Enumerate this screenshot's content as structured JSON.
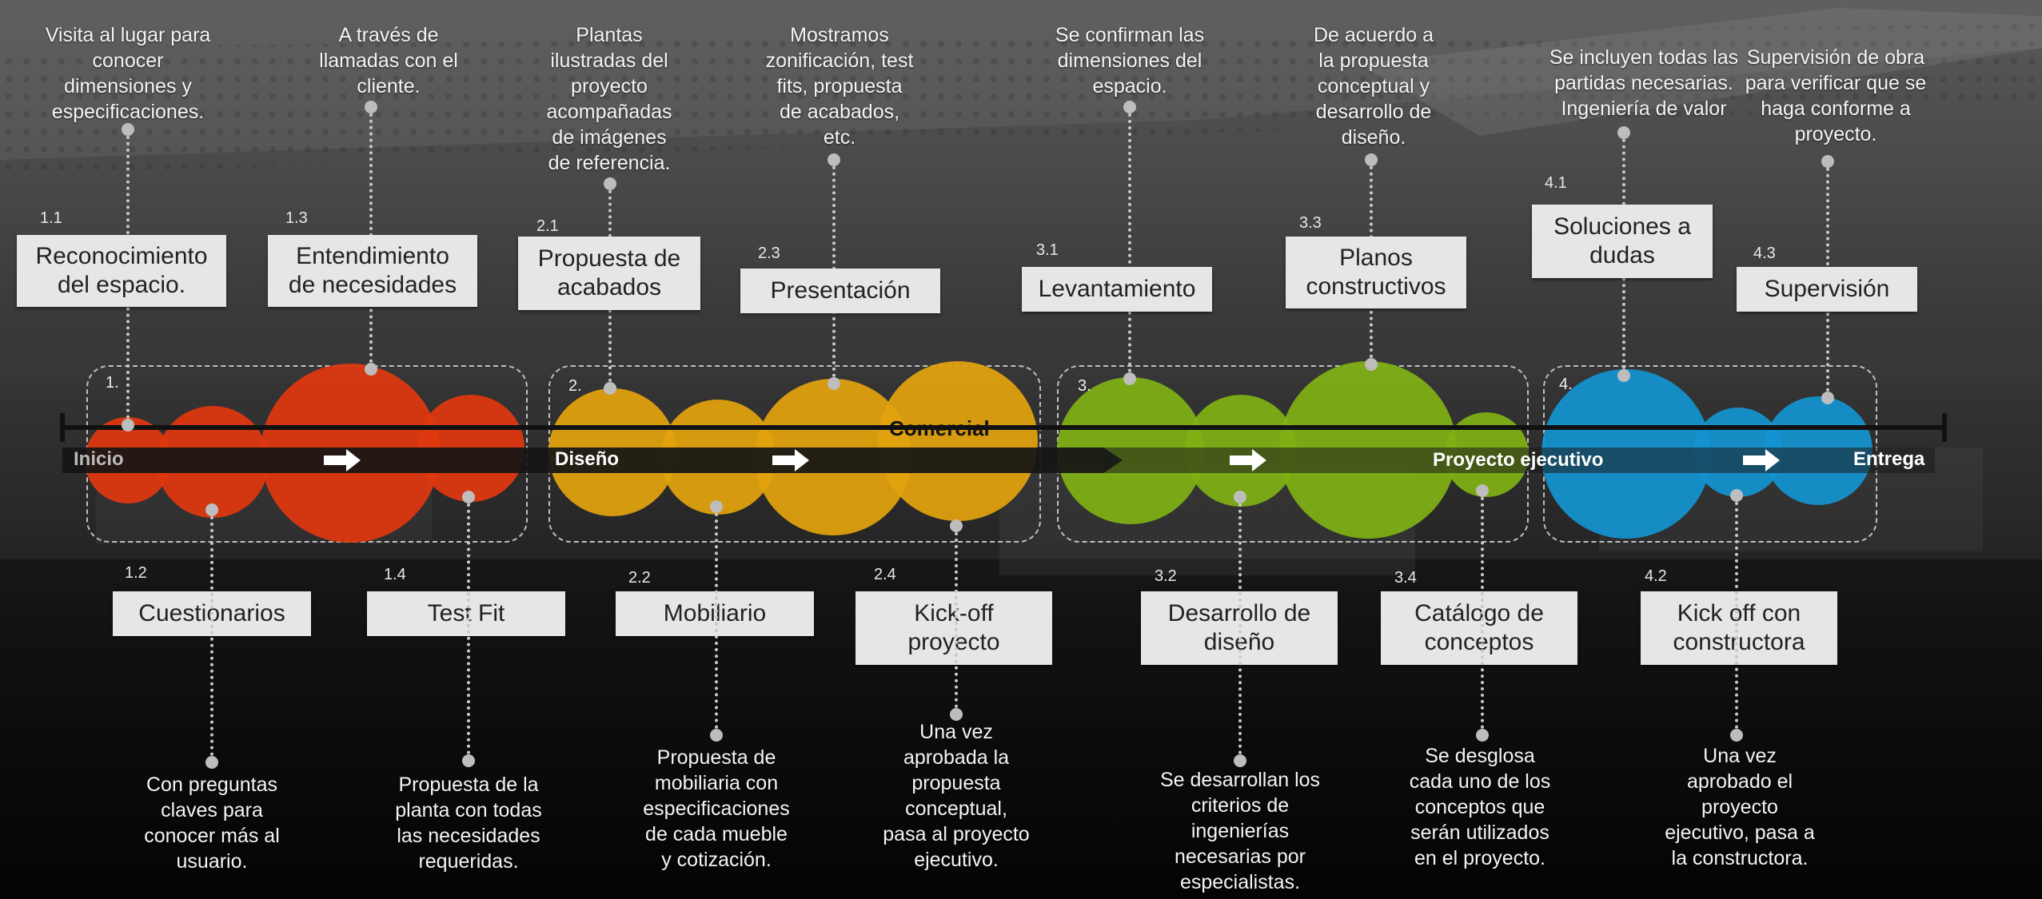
{
  "colors": {
    "phase1": "#e0380f",
    "phase2": "#e2a20d",
    "phase3": "#7fb014",
    "phase4": "#1493d1",
    "box_bg": "#e6e6e6",
    "dotted_line": "#c9c9c9"
  },
  "timeline": {
    "start_label": "Inicio",
    "end_label": "Entrega",
    "center_label": "Comercial",
    "phases": [
      {
        "number": "1.",
        "band_label": ""
      },
      {
        "number": "2.",
        "band_label": "Diseño"
      },
      {
        "number": "3.",
        "band_label": "Proyecto ejecutivo"
      },
      {
        "number": "4.",
        "band_label": ""
      }
    ]
  },
  "steps_top": [
    {
      "number": "1.1",
      "title": "Reconocimiento\ndel espacio.",
      "description": "Visita al lugar para\nconocer\ndimensiones y\nespecificaciones."
    },
    {
      "number": "1.3",
      "title": "Entendimiento\nde necesidades",
      "description": "A través de\nllamadas con el\ncliente."
    },
    {
      "number": "2.1",
      "title": "Propuesta de\nacabados",
      "description": "Plantas\nilustradas del\nproyecto\nacompañadas\nde imágenes\nde referencia."
    },
    {
      "number": "2.3",
      "title": "Presentación",
      "description": "Mostramos\nzonificación, test\nfits, propuesta\nde acabados,\netc."
    },
    {
      "number": "3.1",
      "title": "Levantamiento",
      "description": "Se confirman las\ndimensiones del\nespacio."
    },
    {
      "number": "3.3",
      "title": "Planos\nconstructivos",
      "description": "De acuerdo a\nla propuesta\nconceptual y\ndesarrollo de\ndiseño."
    },
    {
      "number": "4.1",
      "title": "Soluciones a\ndudas",
      "description": "Se incluyen todas las\npartidas necesarias.\nIngeniería de valor"
    },
    {
      "number": "4.3",
      "title": "Supervisión",
      "description": "Supervisión de obra\npara verificar que se\nhaga conforme a\nproyecto."
    }
  ],
  "steps_bottom": [
    {
      "number": "1.2",
      "title": "Cuestionarios",
      "description": "Con preguntas\nclaves para\nconocer más al\nusuario."
    },
    {
      "number": "1.4",
      "title": "Test Fit",
      "description": "Propuesta de la\nplanta con todas\nlas necesidades\nrequeridas."
    },
    {
      "number": "2.2",
      "title": "Mobiliario",
      "description": "Propuesta de\nmobiliaria con\nespecificaciones\nde cada mueble\ny cotización."
    },
    {
      "number": "2.4",
      "title": "Kick-off\nproyecto",
      "description": "Una vez\naprobada la\npropuesta\nconceptual,\npasa al proyecto\nejecutivo."
    },
    {
      "number": "3.2",
      "title": "Desarrollo de\ndiseño",
      "description": "Se desarrollan los\ncriterios de\ningenierías\nnecesarias por\nespecialistas."
    },
    {
      "number": "3.4",
      "title": "Catálogo de\nconceptos",
      "description": "Se desglosa\ncada uno de los\nconceptos que\nserán utilizados\nen el proyecto."
    },
    {
      "number": "4.2",
      "title": "Kick off con\nconstructora",
      "description": "Una vez\naprobado el\nproyecto\nejecutivo, pasa a\nla constructora."
    }
  ]
}
